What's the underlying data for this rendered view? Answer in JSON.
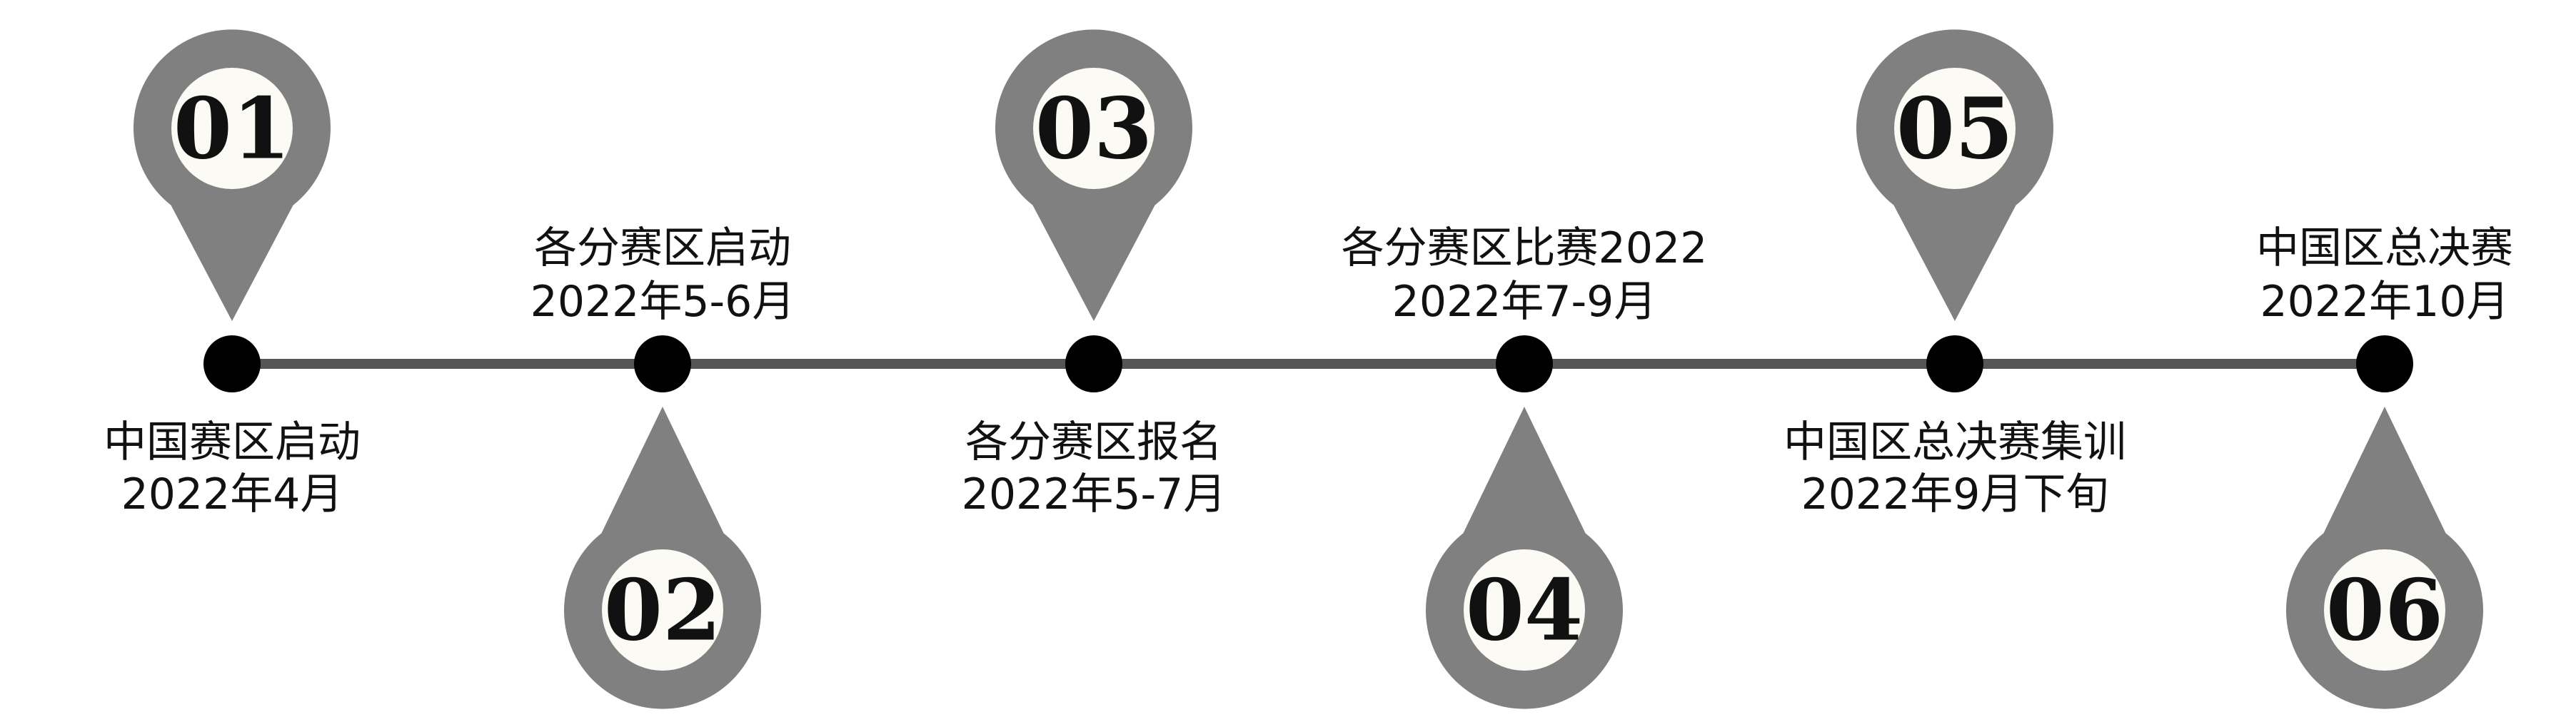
{
  "colors": {
    "pin": "#808080",
    "pin_inner": "#fbfaf4",
    "line": "#555555",
    "dot": "#000000",
    "text": "#111111"
  },
  "milestones": [
    {
      "number": "01",
      "title": "中国赛区启动",
      "date": "2022年4月",
      "pin": "up"
    },
    {
      "number": "02",
      "title": "各分赛区启动",
      "date": "2022年5-6月",
      "pin": "down"
    },
    {
      "number": "03",
      "title": "各分赛区报名",
      "date": "2022年5-7月",
      "pin": "up"
    },
    {
      "number": "04",
      "title": "各分赛区比赛2022",
      "date": "2022年7-9月",
      "pin": "down"
    },
    {
      "number": "05",
      "title": "中国区总决赛集训",
      "date": "2022年9月下旬",
      "pin": "up"
    },
    {
      "number": "06",
      "title": "中国区总决赛",
      "date": "2022年10月",
      "pin": "down"
    }
  ]
}
